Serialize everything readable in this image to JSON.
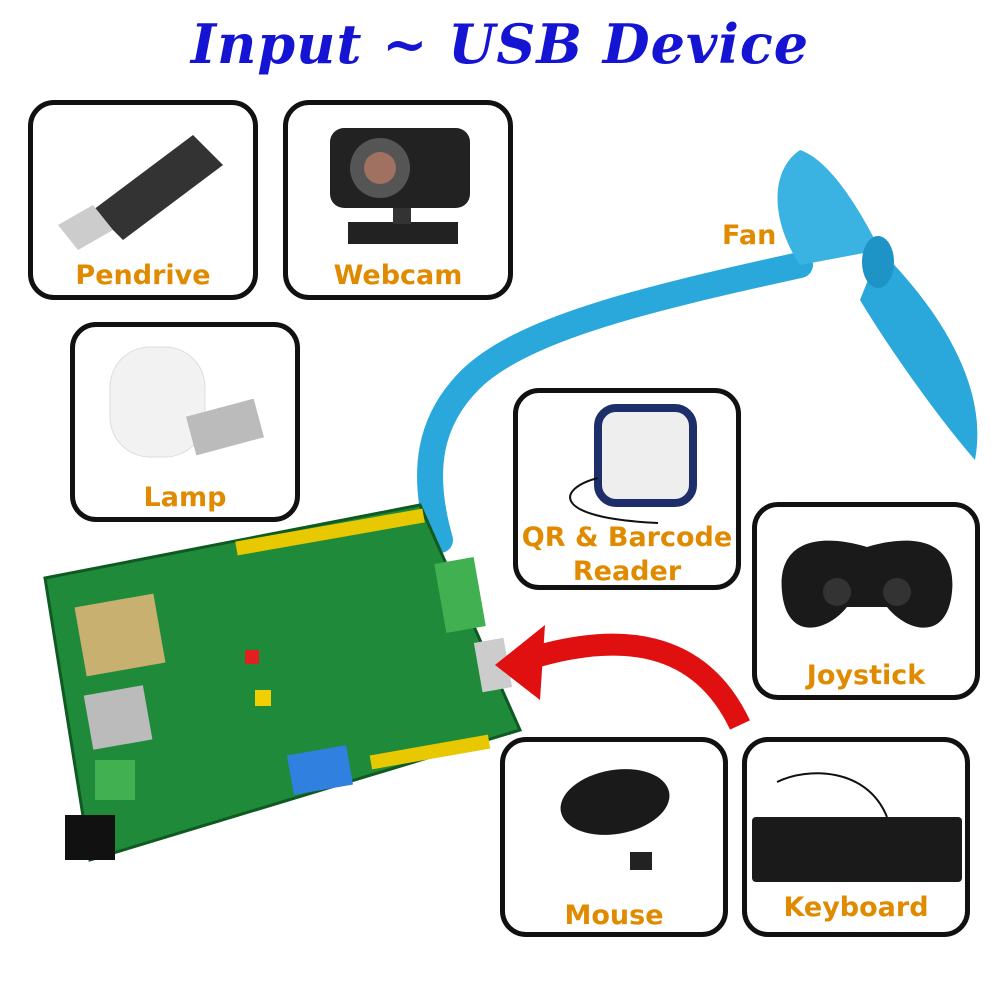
{
  "title": "Input ~ USB Device",
  "devices": {
    "pendrive": "Pendrive",
    "webcam": "Webcam",
    "lamp": "Lamp",
    "fan": "Fan",
    "qr_line1": "QR & Barcode",
    "qr_line2": "Reader",
    "joystick": "Joystick",
    "mouse": "Mouse",
    "keyboard": "Keyboard"
  },
  "colors": {
    "title": "#1414d2",
    "label": "#e08a00",
    "board": "#1f8a3a",
    "fan": "#2aa8dc",
    "arrow": "#e01010"
  }
}
